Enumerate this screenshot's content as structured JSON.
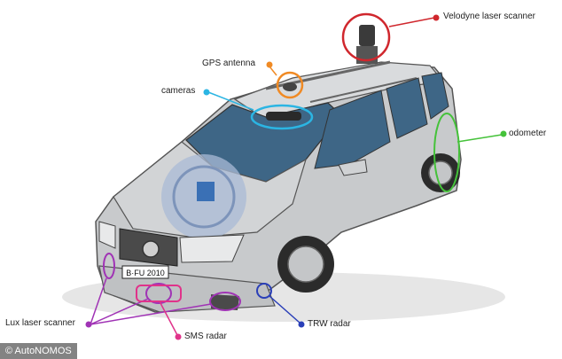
{
  "callouts": {
    "velodyne": {
      "label": "Velodyne laser scanner",
      "color": "#d0272d"
    },
    "gps": {
      "label": "GPS antenna",
      "color": "#f08a24"
    },
    "cameras": {
      "label": "cameras",
      "color": "#2bb5e3"
    },
    "odometer": {
      "label": "odometer",
      "color": "#45c23a"
    },
    "lux": {
      "label": "Lux laser scanner",
      "color": "#a033b5"
    },
    "sms": {
      "label": "SMS radar",
      "color": "#e0338a"
    },
    "trw": {
      "label": "TRW radar",
      "color": "#2a3fb8"
    }
  },
  "plate": {
    "text": "B·FU 2010"
  },
  "credit": {
    "text": "© AutoNOMOS"
  }
}
